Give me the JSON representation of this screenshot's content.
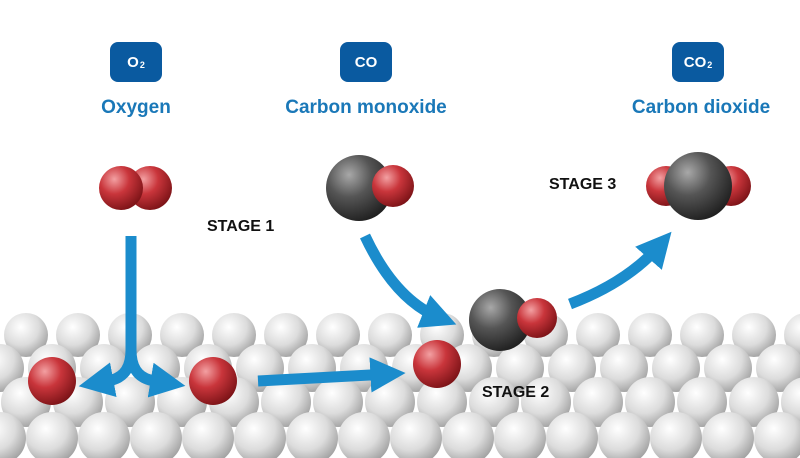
{
  "molecules": {
    "oxygen": {
      "formula_base": "O",
      "formula_sub": "2",
      "name": "Oxygen"
    },
    "carbon_monoxide": {
      "formula_base": "CO",
      "formula_sub": "",
      "name": "Carbon monoxide"
    },
    "carbon_dioxide": {
      "formula_base": "CO",
      "formula_sub": "2",
      "name": "Carbon dioxide"
    }
  },
  "stages": {
    "stage1": "STAGE 1",
    "stage2": "STAGE 2",
    "stage3": "STAGE 3"
  },
  "colors": {
    "badge": "#0a5aa0",
    "name_text": "#1a78b8",
    "arrow": "#1b8ccc",
    "oxygen_atom": "#c0272d",
    "carbon_atom": "#4d4d4d",
    "surface_atom": "#d9d9d9"
  }
}
